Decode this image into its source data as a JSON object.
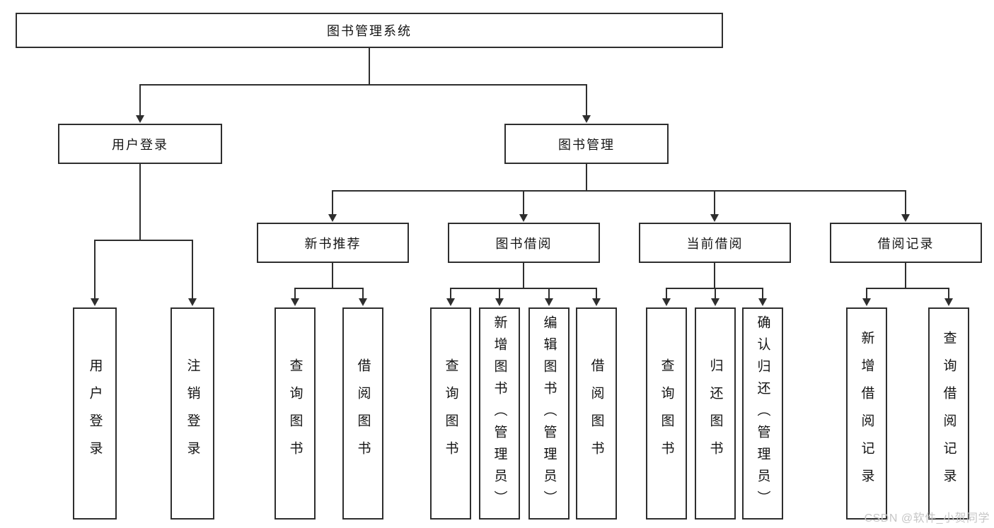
{
  "diagram": {
    "tree": {
      "label": "图书管理系统",
      "children": [
        {
          "label": "用户登录",
          "children": [
            {
              "label": "用户登录"
            },
            {
              "label": "注销登录"
            }
          ]
        },
        {
          "label": "图书管理",
          "children": [
            {
              "label": "新书推荐",
              "children": [
                {
                  "label": "查询图书"
                },
                {
                  "label": "借阅图书"
                }
              ]
            },
            {
              "label": "图书借阅",
              "children": [
                {
                  "label": "查询图书"
                },
                {
                  "label": "新增图书（管理员）"
                },
                {
                  "label": "编辑图书（管理员）"
                },
                {
                  "label": "借阅图书"
                }
              ]
            },
            {
              "label": "当前借阅",
              "children": [
                {
                  "label": "查询图书"
                },
                {
                  "label": "归还图书"
                },
                {
                  "label": "确认归还（管理员）"
                }
              ]
            },
            {
              "label": "借阅记录",
              "children": [
                {
                  "label": "新增借阅记录"
                },
                {
                  "label": "查询借阅记录"
                }
              ]
            }
          ]
        }
      ]
    },
    "colors": {
      "line": "#2e2e2e",
      "box_border": "#2e2e2e",
      "background": "#ffffff",
      "watermark": "#c6c6c6"
    }
  },
  "watermark": {
    "text": "CSDN @软件_小贺同学"
  }
}
